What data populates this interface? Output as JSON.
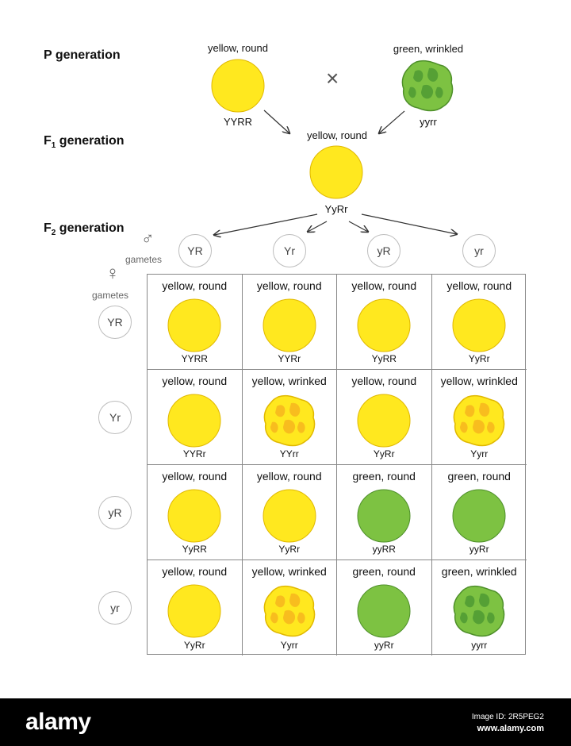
{
  "labels": {
    "p_generation": "P generation",
    "f1_prefix": "F",
    "f1_sub": "1",
    "f1_suffix": " generation",
    "f2_prefix": "F",
    "f2_sub": "2",
    "f2_suffix": " generation",
    "cross_symbol": "×",
    "male_symbol": "♂",
    "female_symbol": "♀",
    "gametes_male": "gametes",
    "gametes_female": "gametes"
  },
  "p_parents": [
    {
      "phenotype": "yellow, round",
      "genotype": "YYRR",
      "color": "yellow",
      "shape": "round"
    },
    {
      "phenotype": "green, wrinkled",
      "genotype": "yyrr",
      "color": "green",
      "shape": "wrinkled"
    }
  ],
  "f1": {
    "phenotype": "yellow, round",
    "genotype": "YyRr",
    "color": "yellow",
    "shape": "round"
  },
  "gametes_male": [
    "YR",
    "Yr",
    "yR",
    "yr"
  ],
  "gametes_female": [
    "YR",
    "Yr",
    "yR",
    "yr"
  ],
  "punnett": [
    [
      {
        "phenotype": "yellow, round",
        "genotype": "YYRR",
        "color": "yellow",
        "shape": "round"
      },
      {
        "phenotype": "yellow, round",
        "genotype": "YYRr",
        "color": "yellow",
        "shape": "round"
      },
      {
        "phenotype": "yellow, round",
        "genotype": "YyRR",
        "color": "yellow",
        "shape": "round"
      },
      {
        "phenotype": "yellow, round",
        "genotype": "YyRr",
        "color": "yellow",
        "shape": "round"
      }
    ],
    [
      {
        "phenotype": "yellow, round",
        "genotype": "YYRr",
        "color": "yellow",
        "shape": "round"
      },
      {
        "phenotype": "yellow, wrinked",
        "genotype": "YYrr",
        "color": "yellow",
        "shape": "wrinkled"
      },
      {
        "phenotype": "yellow, round",
        "genotype": "YyRr",
        "color": "yellow",
        "shape": "round"
      },
      {
        "phenotype": "yellow, wrinkled",
        "genotype": "Yyrr",
        "color": "yellow",
        "shape": "wrinkled"
      }
    ],
    [
      {
        "phenotype": "yellow, round",
        "genotype": "YyRR",
        "color": "yellow",
        "shape": "round"
      },
      {
        "phenotype": "yellow, round",
        "genotype": "YyRr",
        "color": "yellow",
        "shape": "round"
      },
      {
        "phenotype": "green, round",
        "genotype": "yyRR",
        "color": "green",
        "shape": "round"
      },
      {
        "phenotype": "green, round",
        "genotype": "yyRr",
        "color": "green",
        "shape": "round"
      }
    ],
    [
      {
        "phenotype": "yellow, round",
        "genotype": "YyRr",
        "color": "yellow",
        "shape": "round"
      },
      {
        "phenotype": "yellow, wrinked",
        "genotype": "Yyrr",
        "color": "yellow",
        "shape": "wrinkled"
      },
      {
        "phenotype": "green, round",
        "genotype": "yyRr",
        "color": "green",
        "shape": "round"
      },
      {
        "phenotype": "green, wrinkled",
        "genotype": "yyrr",
        "color": "green",
        "shape": "wrinkled"
      }
    ]
  ],
  "colors": {
    "yellow_fill": "#FFE81F",
    "yellow_stroke": "#E0B800",
    "yellow_spot": "#F7B51E",
    "green_fill": "#7DC242",
    "green_stroke": "#4E8F2A",
    "green_spot": "#4E9A33",
    "footer_bg": "#000000"
  },
  "footer": {
    "brand": "alamy",
    "image_id": "Image ID: 2R5PEG2",
    "url": "www.alamy.com"
  }
}
